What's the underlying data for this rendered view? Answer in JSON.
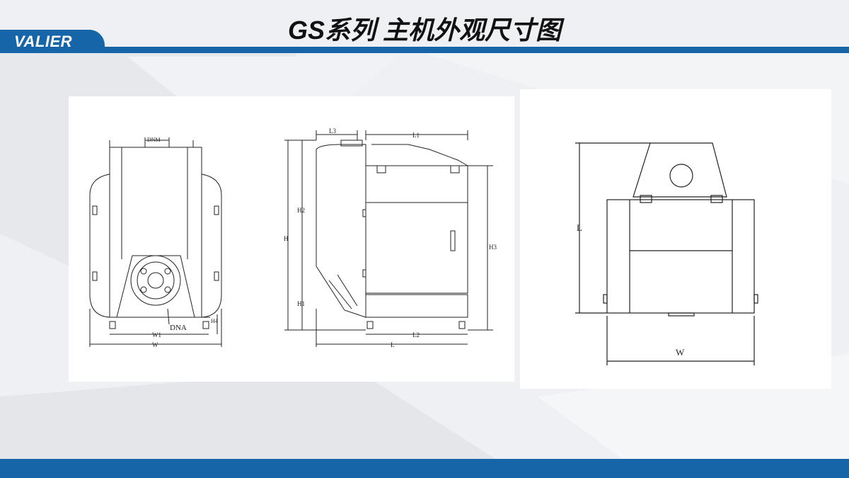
{
  "header": {
    "logo_text": "VALIER",
    "title": "GS系列 主机外观尺寸图"
  },
  "drawing_front": {
    "labels": {
      "dnm": "DNM",
      "dna": "DNA",
      "w1": "W1",
      "w": "W",
      "h4": "H4"
    }
  },
  "drawing_side": {
    "labels": {
      "l3": "L3",
      "l1": "L1",
      "h2": "H2",
      "h": "H",
      "h3": "H3",
      "h1": "H1",
      "l2": "L2",
      "l": "L"
    }
  },
  "drawing_top": {
    "labels": {
      "l": "L",
      "w": "W"
    }
  },
  "colors": {
    "accent": "#1565a8",
    "background": "#eef0f3",
    "panel": "#ffffff",
    "line": "#222222"
  }
}
